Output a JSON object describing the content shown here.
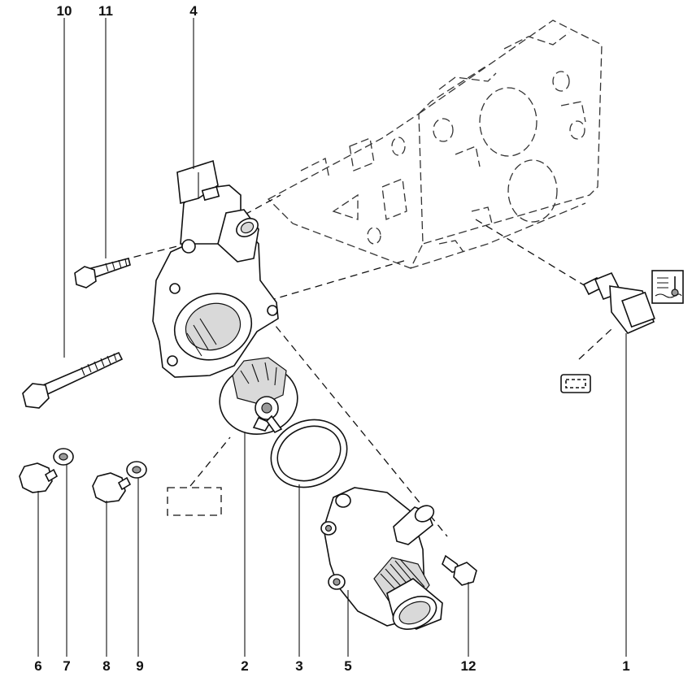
{
  "callouts": {
    "c1": "1",
    "c2": "2",
    "c3": "3",
    "c4": "4",
    "c5": "5",
    "c6": "6",
    "c7": "7",
    "c8": "8",
    "c9": "9",
    "c10": "10",
    "c11": "11",
    "c12": "12"
  },
  "icons": {
    "coolant_temp_symbol": "coolant-temperature-icon",
    "note_box_small": "dashed-reference-box",
    "note_box_large": "dashed-reference-box"
  }
}
